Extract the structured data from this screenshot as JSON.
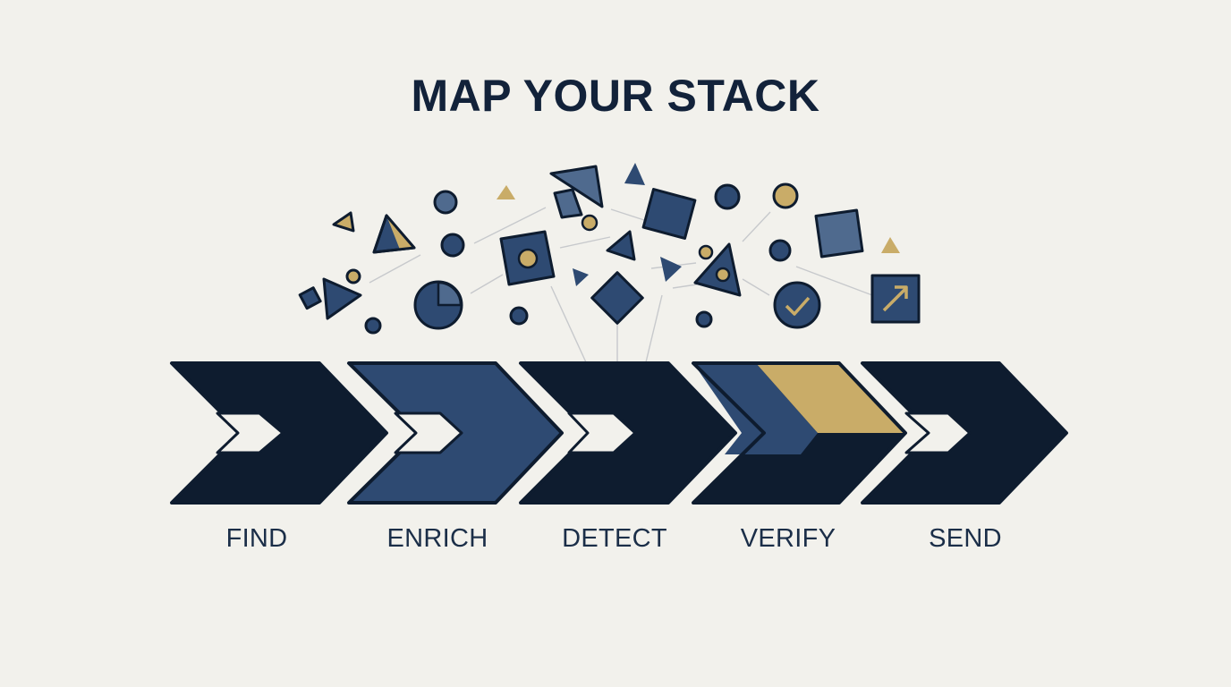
{
  "title": "MAP YOUR STACK",
  "colors": {
    "background": "#f2f1ec",
    "navy": "#0e1c2f",
    "blue": "#2e4a72",
    "slate": "#4f6a8e",
    "gold": "#c9ac68",
    "line": "#c7c9cc"
  },
  "steps": [
    {
      "label": "FIND"
    },
    {
      "label": "ENRICH"
    },
    {
      "label": "DETECT"
    },
    {
      "label": "VERIFY"
    },
    {
      "label": "SEND"
    }
  ],
  "icons": [
    "scattered-shapes",
    "pie-icon",
    "check-circle-icon",
    "arrow-up-right-icon",
    "target-square-icon"
  ]
}
